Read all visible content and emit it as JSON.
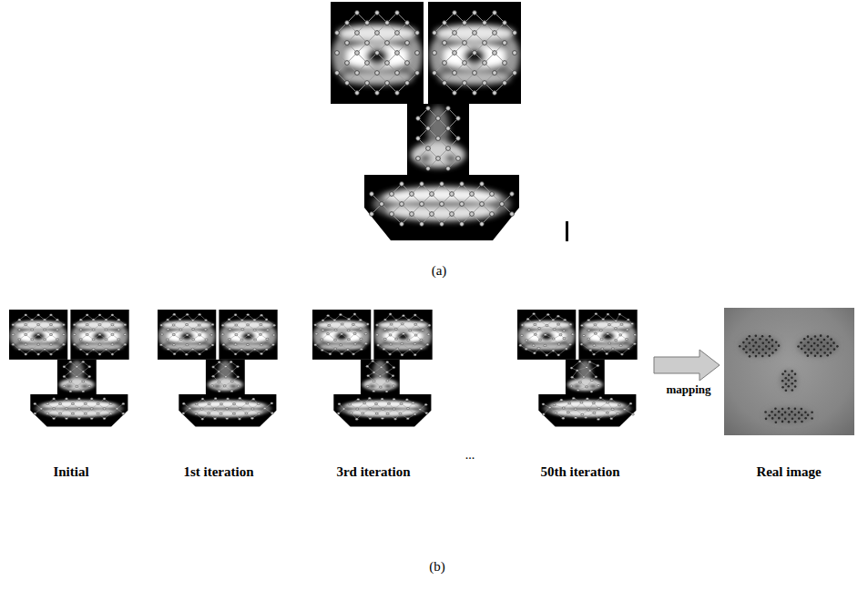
{
  "diagram": {
    "labels": [
      "(a)",
      "Initial",
      "1st iteration",
      "3rd iteration",
      "...",
      "50th iteration",
      "mapping",
      "Real image",
      "(b)"
    ]
  }
}
